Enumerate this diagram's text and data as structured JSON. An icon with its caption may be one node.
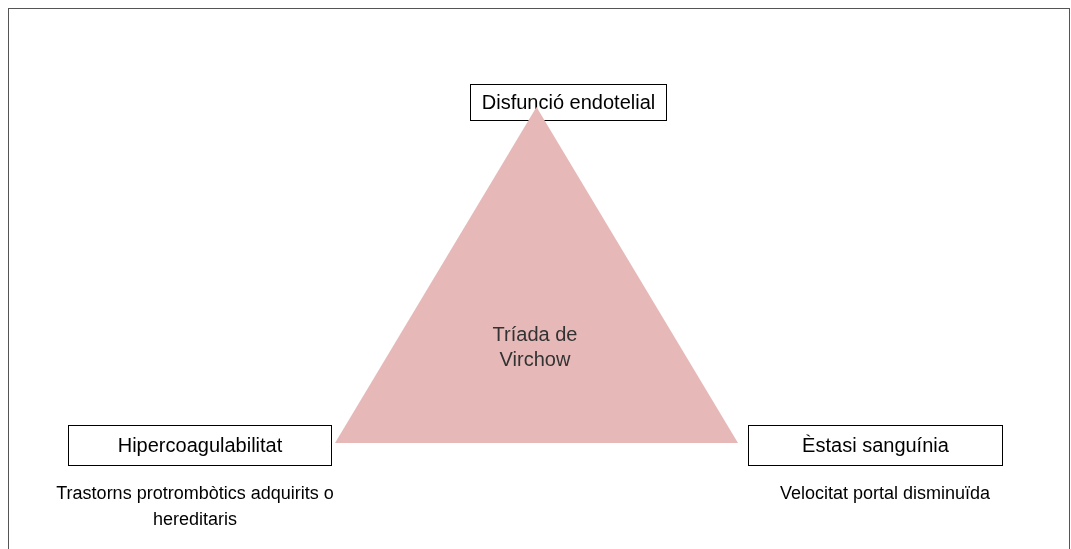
{
  "diagram": {
    "nodes": [
      {
        "text": [
          "Disfunció endotelial"
        ]
      },
      {
        "text": [
          "Tríada de Virchow"
        ]
      },
      {
        "text": [
          "Hipercoagulabilitat"
        ],
        "beside": [
          "Trastorns protrombòtics adquirits o hereditaris"
        ]
      },
      {
        "text": [
          "Èstasi sanguínia"
        ],
        "beside": [
          "Velocitat portal disminuïda"
        ]
      }
    ]
  }
}
